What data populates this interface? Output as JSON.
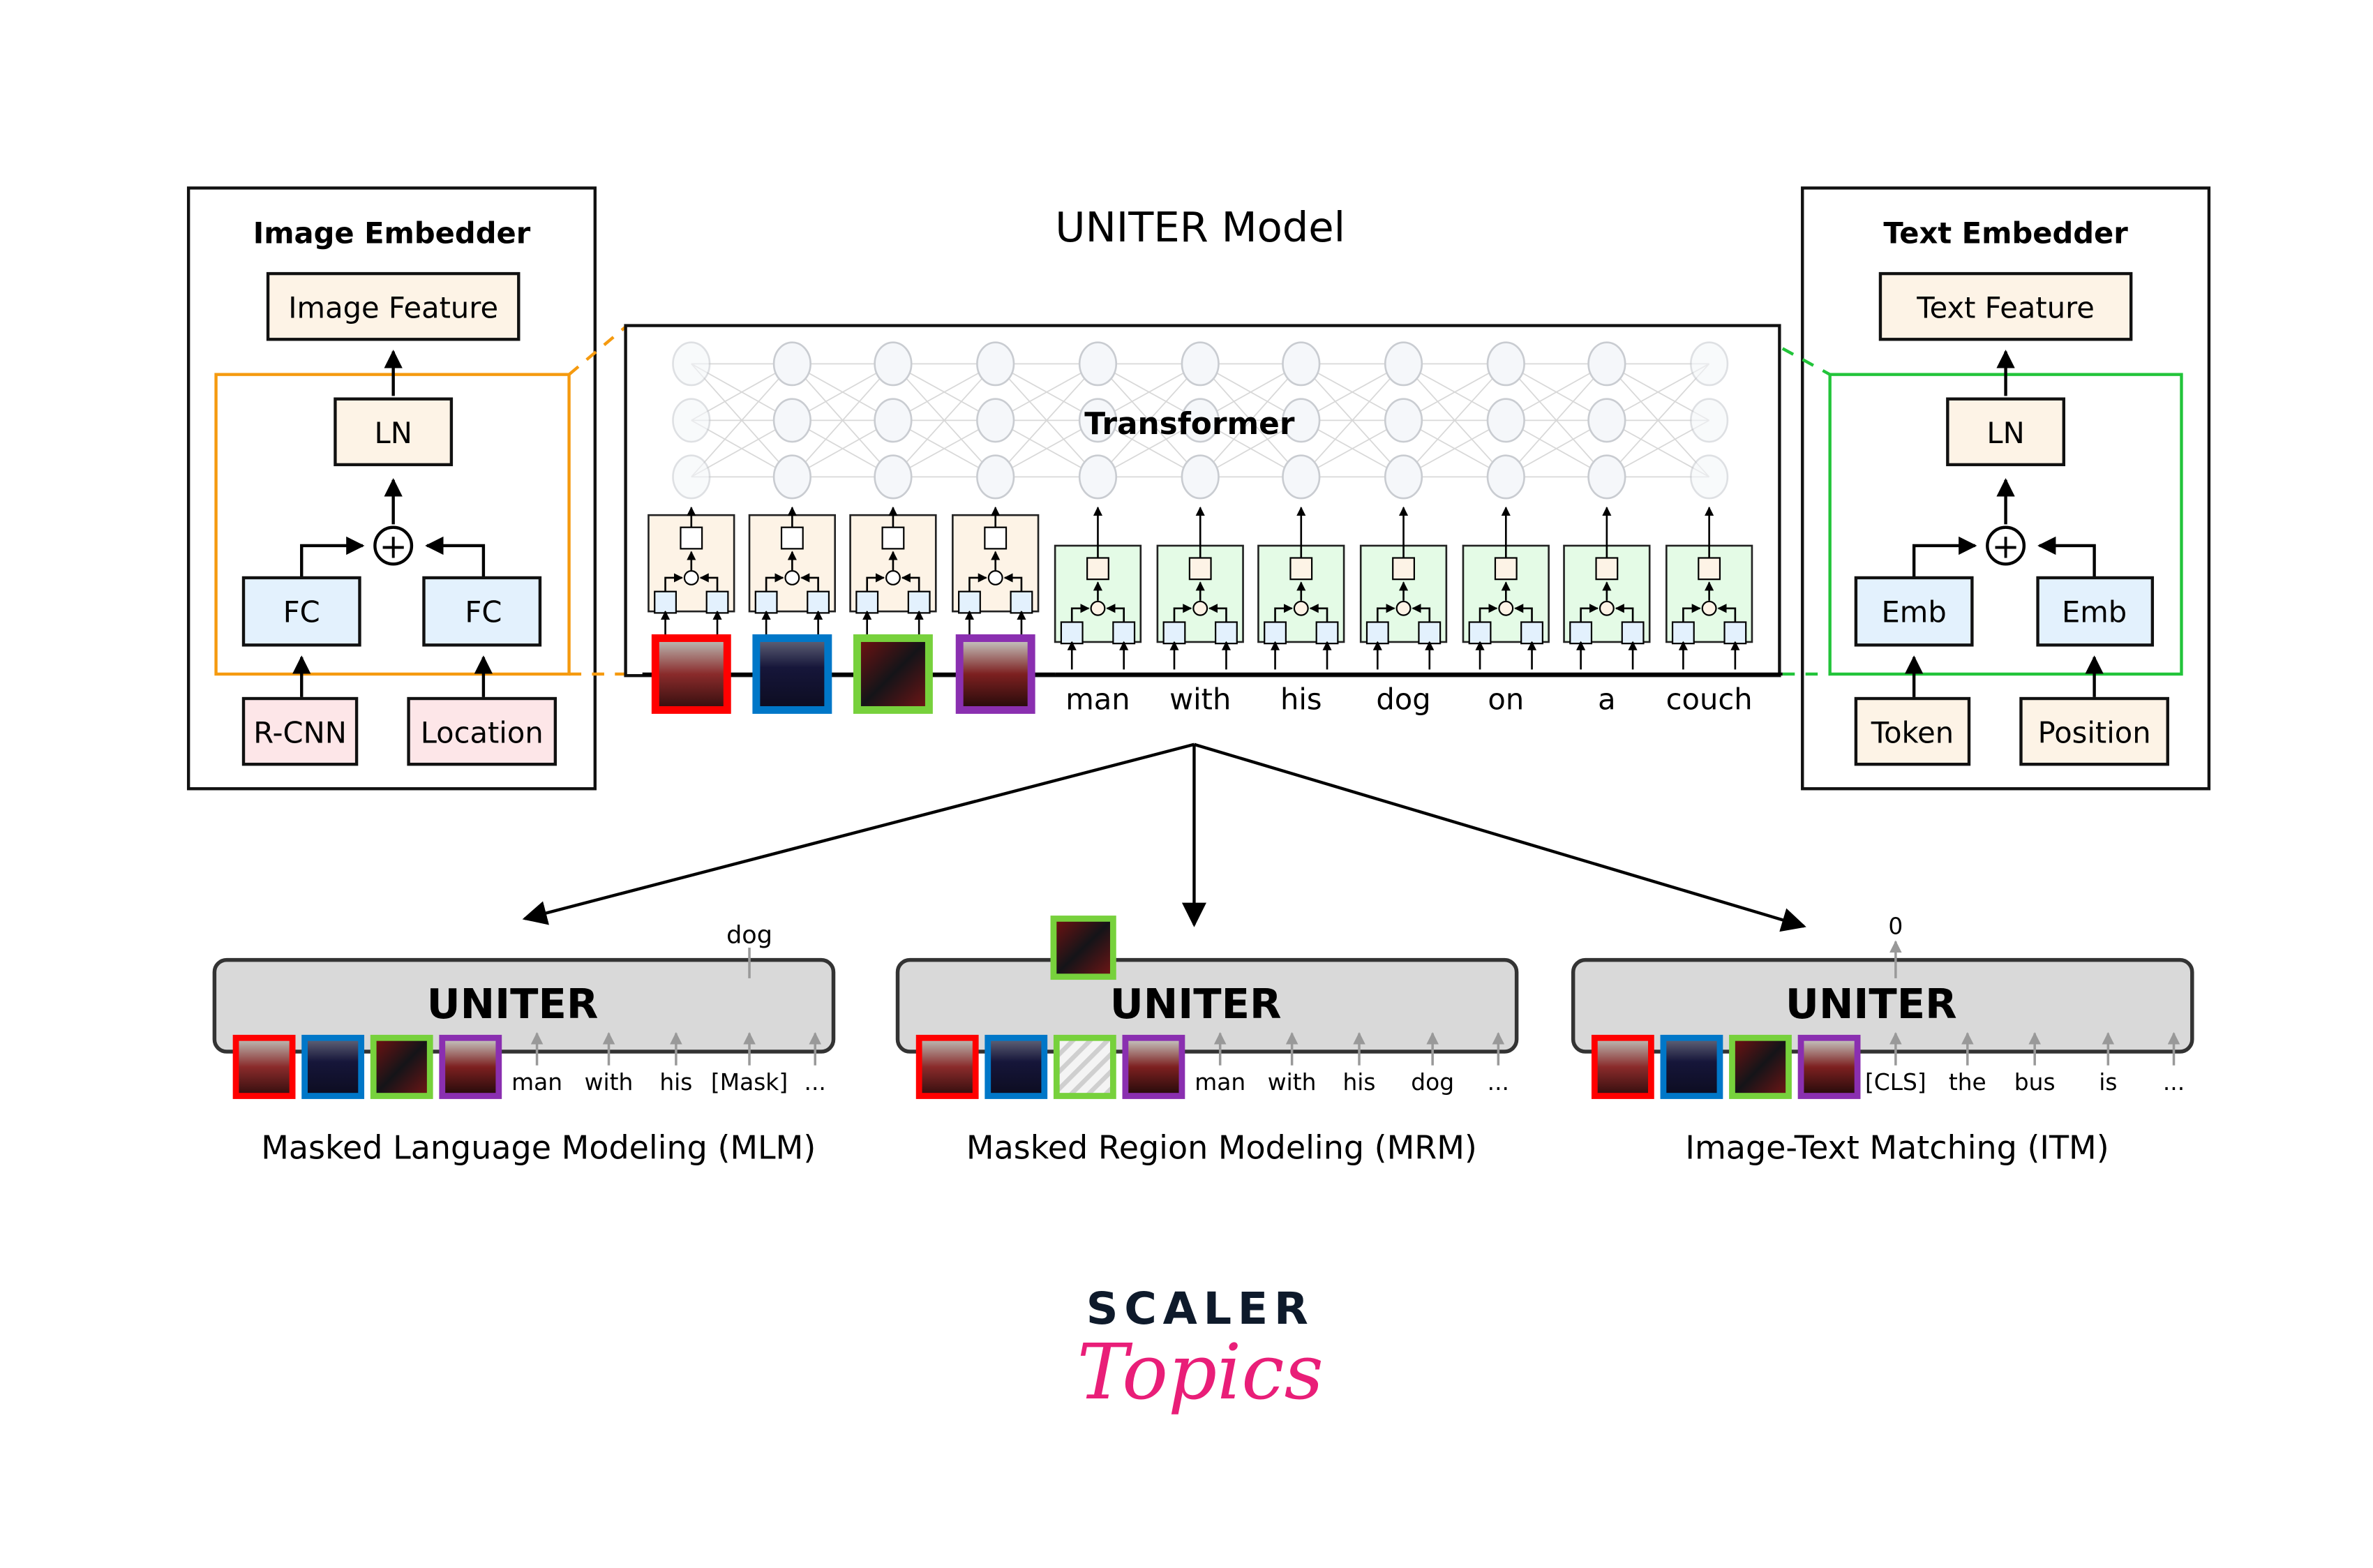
{
  "title": "UNITER Model",
  "colors": {
    "embed_box_fill": "#fdf3e6",
    "fc_box_fill": "#e3f1fd",
    "input_box_fill_image": "#fde6e8",
    "input_box_fill_text": "#fdf3e6",
    "image_bracket": "#f59a0f",
    "text_bracket": "#22c43a",
    "text_token_fill": "#e4fbe6",
    "region_red": "#ff0000",
    "region_blue": "#0077c8",
    "region_green": "#77d13c",
    "region_purple": "#8a2fb0",
    "uniter_fill": "#d9d9d9",
    "scaler_navy": "#0e1a2b",
    "scaler_pink": "#e91e78"
  },
  "image_embedder": {
    "title": "Image Embedder",
    "feature_label": "Image Feature",
    "ln_label": "LN",
    "fc_left_label": "FC",
    "fc_right_label": "FC",
    "input_left_label": "R-CNN",
    "input_right_label": "Location",
    "plus_symbol": "+"
  },
  "text_embedder": {
    "title": "Text Embedder",
    "feature_label": "Text Feature",
    "ln_label": "LN",
    "emb_left_label": "Emb",
    "emb_right_label": "Emb",
    "input_left_label": "Token",
    "input_right_label": "Position",
    "plus_symbol": "+"
  },
  "transformer": {
    "label": "Transformer",
    "image_regions": [
      "person-on-couch region",
      "dark bucket region",
      "dog region",
      "full scene region"
    ],
    "tokens": [
      "man",
      "with",
      "his",
      "dog",
      "on",
      "a",
      "couch"
    ]
  },
  "tasks": [
    {
      "id": "mlm",
      "block_label": "UNITER",
      "caption": "Masked Language Modeling (MLM)",
      "output_label": "dog",
      "tokens": [
        "man",
        "with",
        "his",
        "[Mask]",
        "..."
      ]
    },
    {
      "id": "mrm",
      "block_label": "UNITER",
      "caption": "Masked Region Modeling (MRM)",
      "output_label": "",
      "tokens": [
        "man",
        "with",
        "his",
        "dog",
        "..."
      ]
    },
    {
      "id": "itm",
      "block_label": "UNITER",
      "caption": "Image-Text Matching (ITM)",
      "output_label": "0",
      "tokens": [
        "[CLS]",
        "the",
        "bus",
        "is",
        "..."
      ]
    }
  ],
  "logo": {
    "brand": "SCALER",
    "sub": "Topics"
  }
}
